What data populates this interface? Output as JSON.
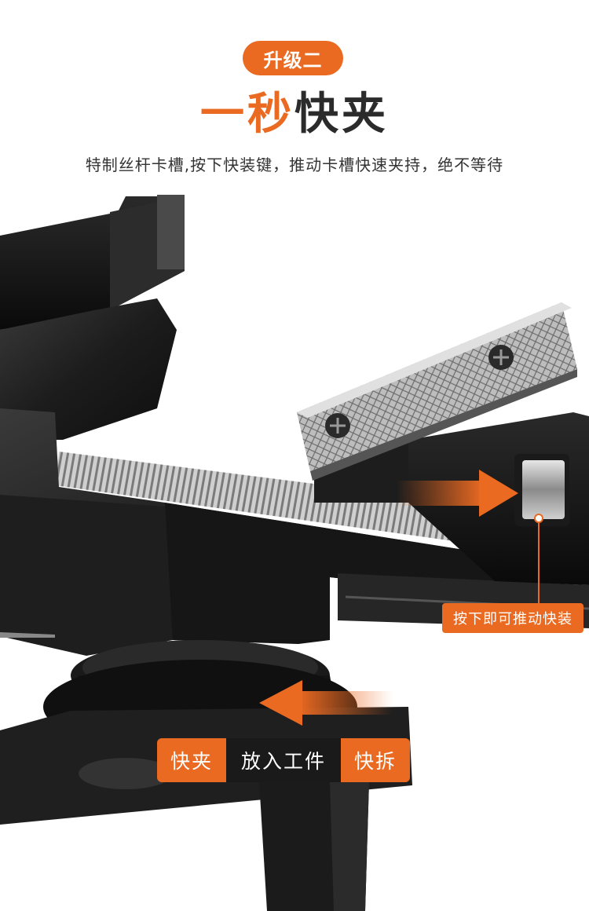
{
  "header": {
    "badge": "升级二",
    "title_accent": "一秒",
    "title_rest": "快夹",
    "subtitle": "特制丝杆卡槽,按下快装键，推动卡槽快速夹持，绝不等待"
  },
  "callout": {
    "label": "按下即可推动快装"
  },
  "steps": {
    "left": "快夹",
    "middle": "放入工件",
    "right": "快拆"
  },
  "colors": {
    "accent": "#ea6a22",
    "dark": "#1a1a1a",
    "text": "#333333"
  },
  "icons": {
    "arrow_right": "arrow-right-icon",
    "arrow_left": "arrow-left-icon",
    "screw": "screw-icon"
  }
}
